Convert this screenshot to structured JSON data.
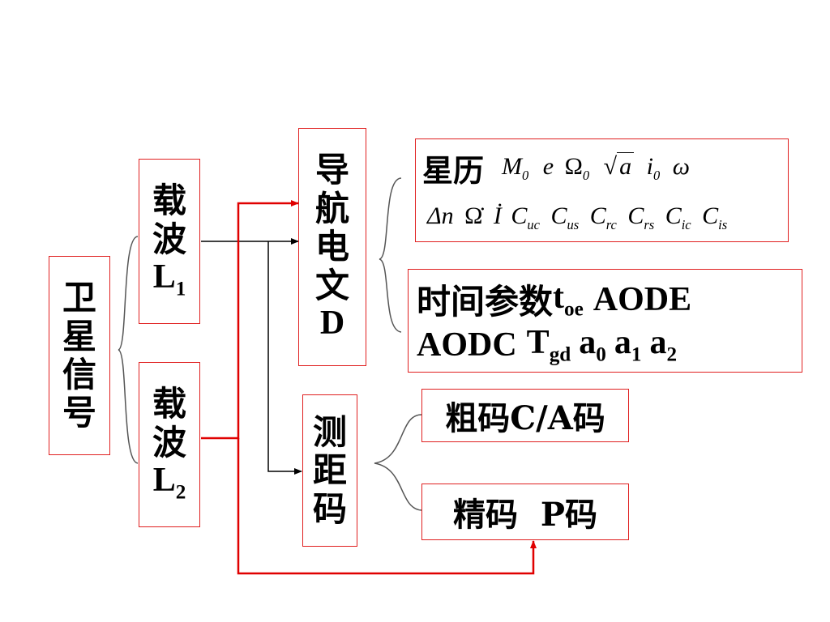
{
  "satellite_signal": [
    "卫",
    "星",
    "信",
    "号"
  ],
  "carrier_l1": {
    "chars": [
      "载",
      "波"
    ],
    "letter": "L",
    "sub": "1"
  },
  "carrier_l2": {
    "chars": [
      "载",
      "波"
    ],
    "letter": "L",
    "sub": "2"
  },
  "nav_message": {
    "chars": [
      "导",
      "航",
      "电",
      "文"
    ],
    "letter": "D"
  },
  "ranging_code": [
    "测",
    "距",
    "码"
  ],
  "ephemeris": {
    "label": "星历",
    "row1": {
      "M": "M",
      "M_sub": "0",
      "e": "e",
      "Omega": "Ω",
      "Omega_sub": "0",
      "sqrt": "√",
      "a": "a",
      "i": "i",
      "i_sub": "0",
      "omega": "ω"
    },
    "row2": {
      "dn": "Δn",
      "omega_dot": "Ω̇",
      "i_dot": "İ",
      "C": "C",
      "subs": [
        "uc",
        "us",
        "rc",
        "rs",
        "ic",
        "is"
      ]
    }
  },
  "time_params": {
    "label": "时间参数",
    "toe": "t",
    "toe_sub": "oe",
    "aode": "AODE",
    "aodc": "AODC",
    "tgd": "T",
    "tgd_sub": "gd",
    "a0": "a",
    "a0_sub": "0",
    "a1": "a",
    "a1_sub": "1",
    "a2": "a",
    "a2_sub": "2"
  },
  "ca_code": "粗码C/A码",
  "p_code": "精码  P码",
  "colors": {
    "box_border": "#e02020",
    "red_wire": "#e00000",
    "black_wire": "#000000",
    "brace": "#555555"
  }
}
